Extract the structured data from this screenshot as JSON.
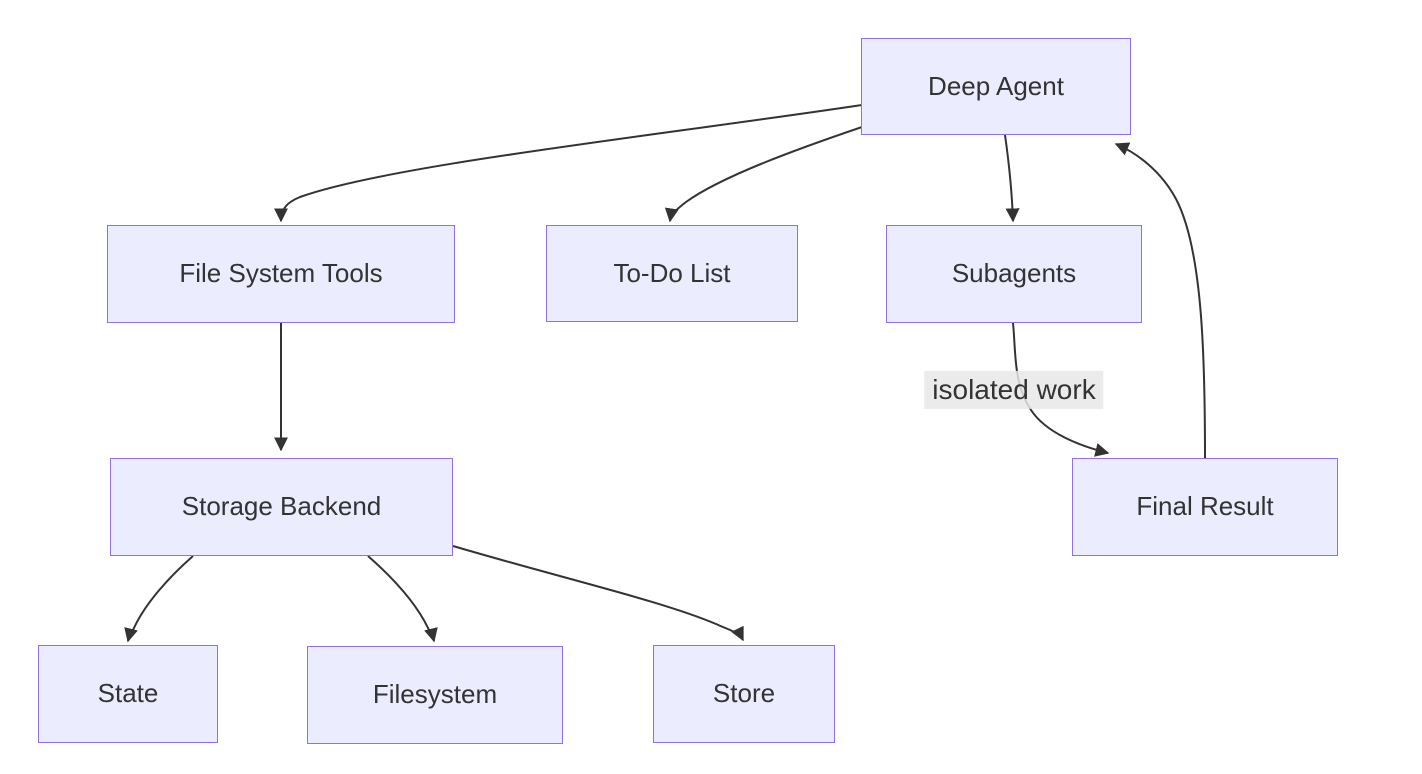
{
  "diagram": {
    "type": "flowchart-top-down",
    "nodes": [
      {
        "id": "deep-agent",
        "label": "Deep Agent"
      },
      {
        "id": "file-system-tools",
        "label": "File System Tools"
      },
      {
        "id": "todo-list",
        "label": "To-Do List"
      },
      {
        "id": "subagents",
        "label": "Subagents"
      },
      {
        "id": "storage-backend",
        "label": "Storage Backend"
      },
      {
        "id": "final-result",
        "label": "Final Result"
      },
      {
        "id": "state",
        "label": "State"
      },
      {
        "id": "filesystem",
        "label": "Filesystem"
      },
      {
        "id": "store",
        "label": "Store"
      }
    ],
    "edges": [
      {
        "from": "deep-agent",
        "to": "file-system-tools"
      },
      {
        "from": "deep-agent",
        "to": "todo-list"
      },
      {
        "from": "deep-agent",
        "to": "subagents"
      },
      {
        "from": "subagents",
        "to": "final-result",
        "label": "isolated work"
      },
      {
        "from": "final-result",
        "to": "deep-agent"
      },
      {
        "from": "file-system-tools",
        "to": "storage-backend"
      },
      {
        "from": "storage-backend",
        "to": "state"
      },
      {
        "from": "storage-backend",
        "to": "filesystem"
      },
      {
        "from": "storage-backend",
        "to": "store"
      }
    ],
    "colors": {
      "node_fill": "#ECECFF",
      "node_border": "#9370DB",
      "edge_stroke": "#333333",
      "text": "#333333",
      "edge_label_background": "#e8e8e8",
      "background": "#ffffff"
    }
  }
}
